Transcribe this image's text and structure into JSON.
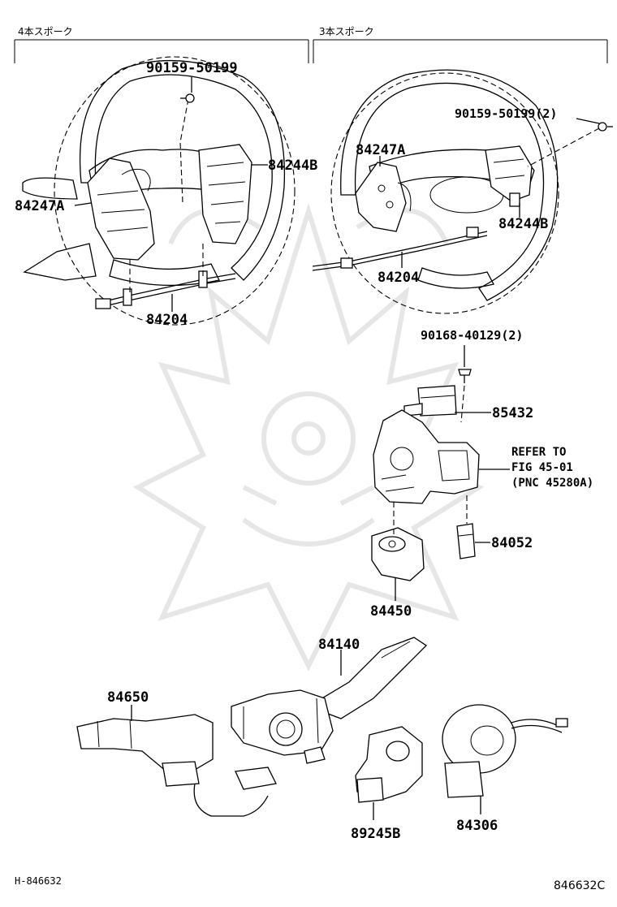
{
  "sections": {
    "left_header": "4本スポーク",
    "right_header": "3本スポーク"
  },
  "parts": {
    "p90159_left": "90159-50199",
    "p90159_right": "90159-50199(2)",
    "p84247A_left": "84247A",
    "p84247A_right": "84247A",
    "p84244B_left": "84244B",
    "p84244B_right": "84244B",
    "p84204_left": "84204",
    "p84204_right": "84204",
    "p90168": "90168-40129(2)",
    "p85432": "85432",
    "p84052": "84052",
    "p84450": "84450",
    "p84140": "84140",
    "p84650": "84650",
    "p89245B": "89245B",
    "p84306": "84306"
  },
  "refer": {
    "line1": "REFER TO",
    "line2": "FIG 45-01",
    "line3": "(PNC 45280A)"
  },
  "footer": {
    "left": "H-846632",
    "right": "846632C"
  }
}
